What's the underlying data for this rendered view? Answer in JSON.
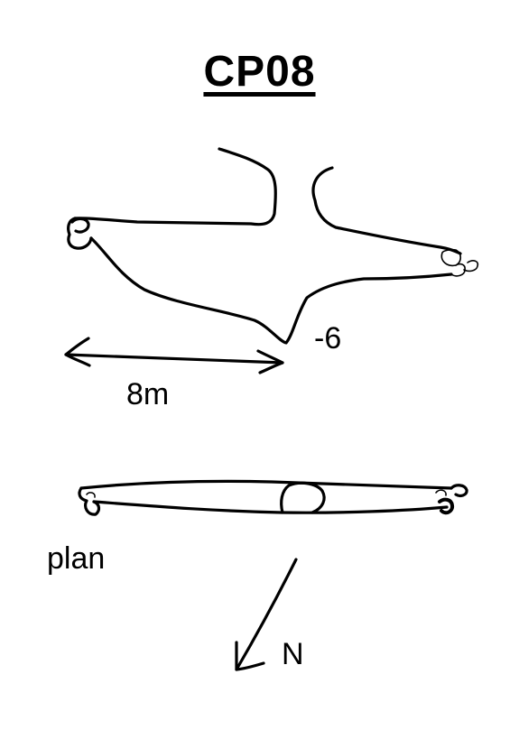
{
  "title": "CP08",
  "section": {
    "depth_label": "-6",
    "scale_label": "8m"
  },
  "plan": {
    "label": "plan"
  },
  "north_arrow": {
    "label": "N"
  },
  "colors": {
    "ink": "#000000",
    "background": "#ffffff"
  }
}
